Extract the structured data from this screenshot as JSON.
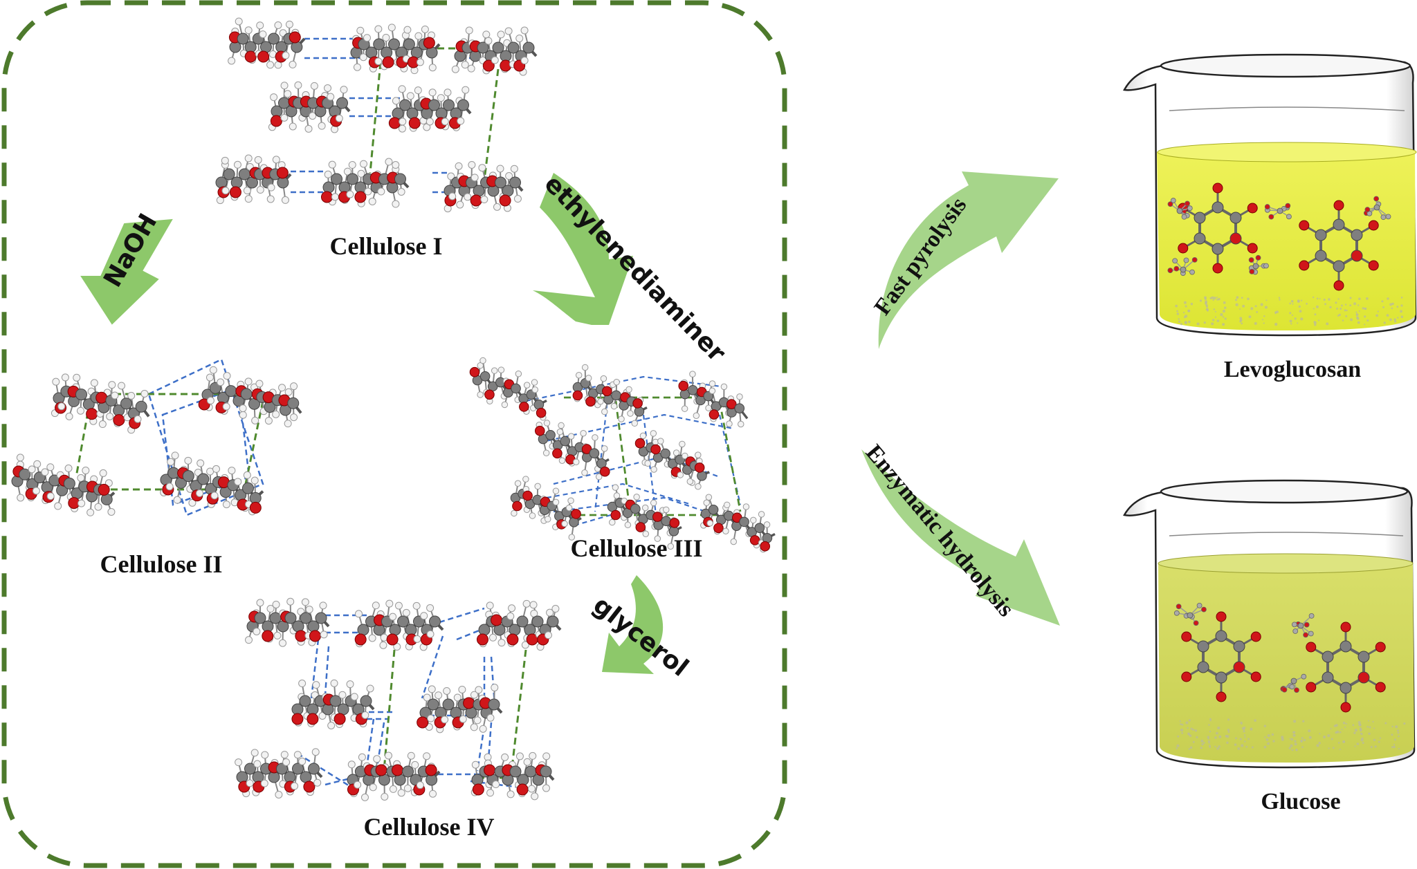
{
  "colors": {
    "frame_border": "#4d7a2c",
    "arrow_fill": "#8dc86a",
    "oxygen": "#d0161a",
    "carbon": "#7f7f7f",
    "hydrogen": "#f2f2f2",
    "hbond_blue": "#3d6fc8",
    "hbond_green": "#4f8a2e",
    "levoglucosan_liquid": "#e6ec3c",
    "glucose_liquid": "#cfd65c"
  },
  "structures": {
    "cellulose_i": "Cellulose I",
    "cellulose_ii": "Cellulose II",
    "cellulose_iii": "Cellulose III",
    "cellulose_iv": "Cellulose IV"
  },
  "treatments": {
    "naoh": "NaOH",
    "ethylenediaminer": "ethylenediaminer",
    "glycerol": "glycerol"
  },
  "processes": {
    "fast_pyrolysis": "Fast pyrolysis",
    "enzymatic_hydrolysis": "Enzymatic hydrolysis"
  },
  "products": {
    "levoglucosan": "Levoglucosan",
    "glucose": "Glucose"
  }
}
